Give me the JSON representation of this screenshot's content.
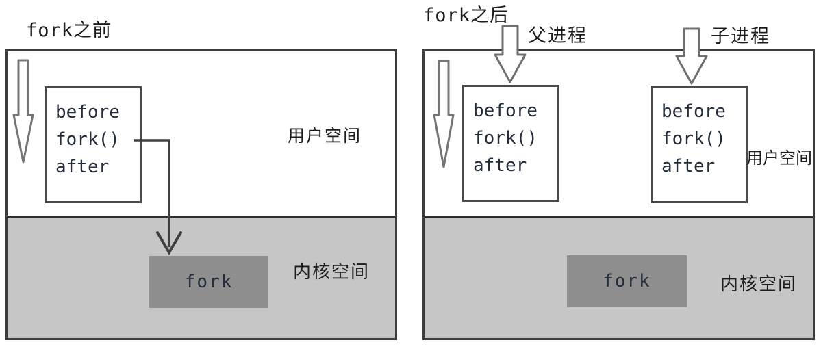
{
  "code": {
    "line1": "before",
    "line2": "fork()",
    "line3": "after"
  },
  "kernel_function_label": "fork",
  "left_panel": {
    "title": "fork之前",
    "user_space_label": "用户空间",
    "kernel_space_label": "内核空间"
  },
  "right_panel": {
    "title": "fork之后",
    "parent_process_label": "父进程",
    "child_process_label": "子进程",
    "user_space_label": "用户空间",
    "kernel_space_label": "内核空间"
  },
  "colors": {
    "kernel_bg": "#c6c6c6",
    "fork_box_bg": "#8e8e8e",
    "panel_border": "#3d3d3d",
    "codebox_border": "#4a4a4a",
    "boundary": "#2e2e2e",
    "code_text": "#232d3b",
    "label_text": "#1c1c1c",
    "page_bg": "#ffffff"
  }
}
